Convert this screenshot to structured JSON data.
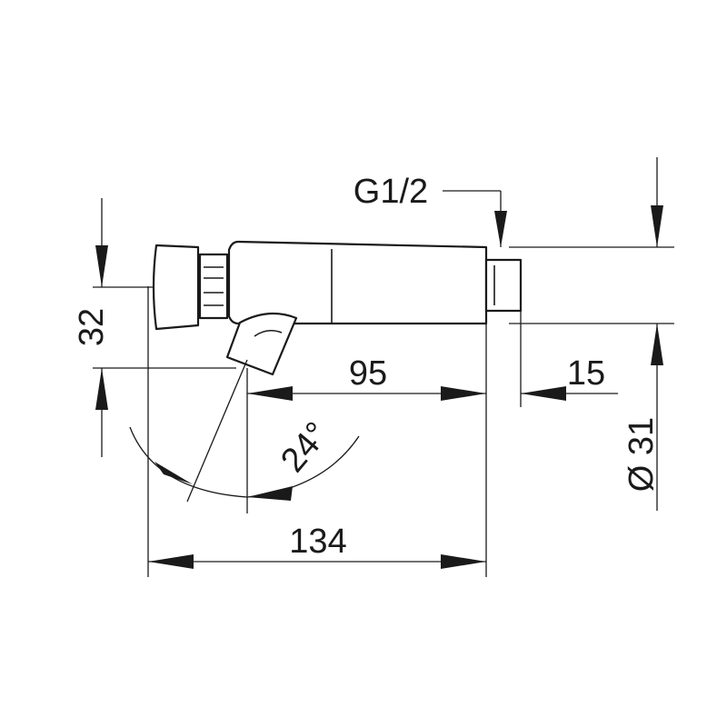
{
  "labels": {
    "thread": "G1/2",
    "height": "32",
    "body_length": "95",
    "thread_length": "15",
    "total_length": "134",
    "diameter": "Ø 31",
    "angle": "24°"
  },
  "colors": {
    "ink": "#1a1a1a",
    "background": "#ffffff"
  }
}
